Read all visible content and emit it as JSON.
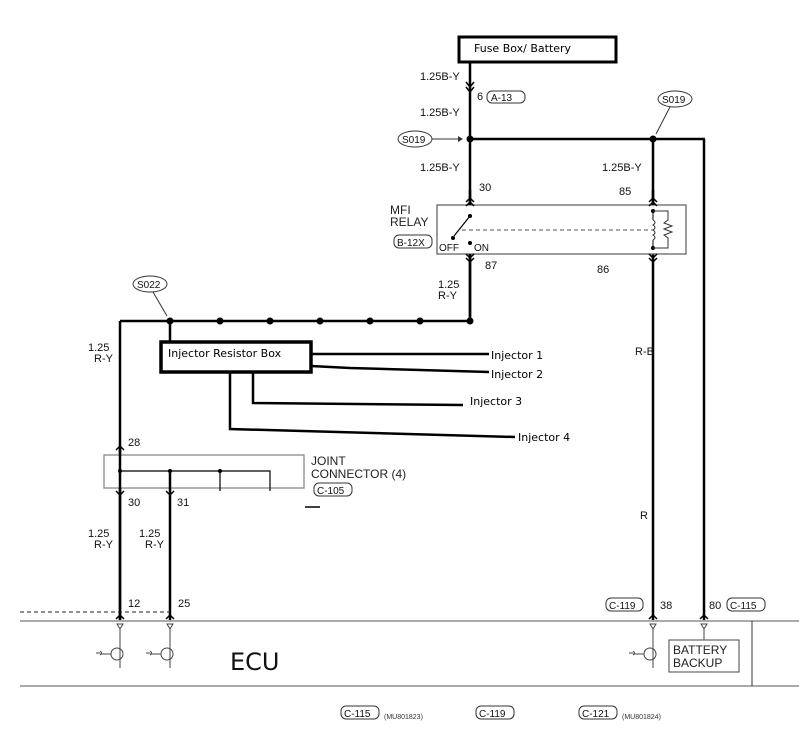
{
  "title": "MFI Relay / Injector Resistor Box wiring diagram",
  "components": {
    "fuse_box": "Fuse Box/ Battery",
    "resistor_box": "Injector Resistor Box",
    "relay_name_1": "MFI",
    "relay_name_2": "RELAY",
    "relay_connector": "B-12X",
    "relay_off": "OFF",
    "relay_on": "ON",
    "joint_connector_1": "JOINT",
    "joint_connector_2": "CONNECTOR (4)",
    "joint_connector_id": "C-105",
    "ecu": "ECU",
    "battery_backup_1": "BATTERY",
    "battery_backup_2": "BACKUP"
  },
  "injectors": [
    "Injector 1",
    "Injector 2",
    "Injector 3",
    "Injector 4"
  ],
  "splices": {
    "s019_left": "S019",
    "s019_right": "S019",
    "s022": "S022"
  },
  "wires": {
    "w1": "1.25B-Y",
    "w2": "1.25B-Y",
    "w3": "1.25B-Y",
    "w4": "1.25B-Y",
    "w5_top": "1.25",
    "w5_bot": "R-Y",
    "w6_top": "1.25",
    "w6_bot": "R-Y",
    "w7_top": "1.25",
    "w7_bot": "R-Y",
    "w8_top": "1.25",
    "w8_bot": "R-Y",
    "rb": "R-B",
    "r": "R"
  },
  "pins": {
    "p6": "6",
    "p30": "30",
    "p85": "85",
    "p87": "87",
    "p86": "86",
    "p28": "28",
    "p30b": "30",
    "p31": "31",
    "p12": "12",
    "p25": "25",
    "p38": "38",
    "p80": "80"
  },
  "connectors": {
    "a13": "A-13",
    "c119": "C-119",
    "c115": "C-115"
  },
  "legend": {
    "c115": "C-115",
    "c115_part": "(MU801823)",
    "c119": "C-119",
    "c121": "C-121",
    "c121_part": "(MU801824)"
  }
}
